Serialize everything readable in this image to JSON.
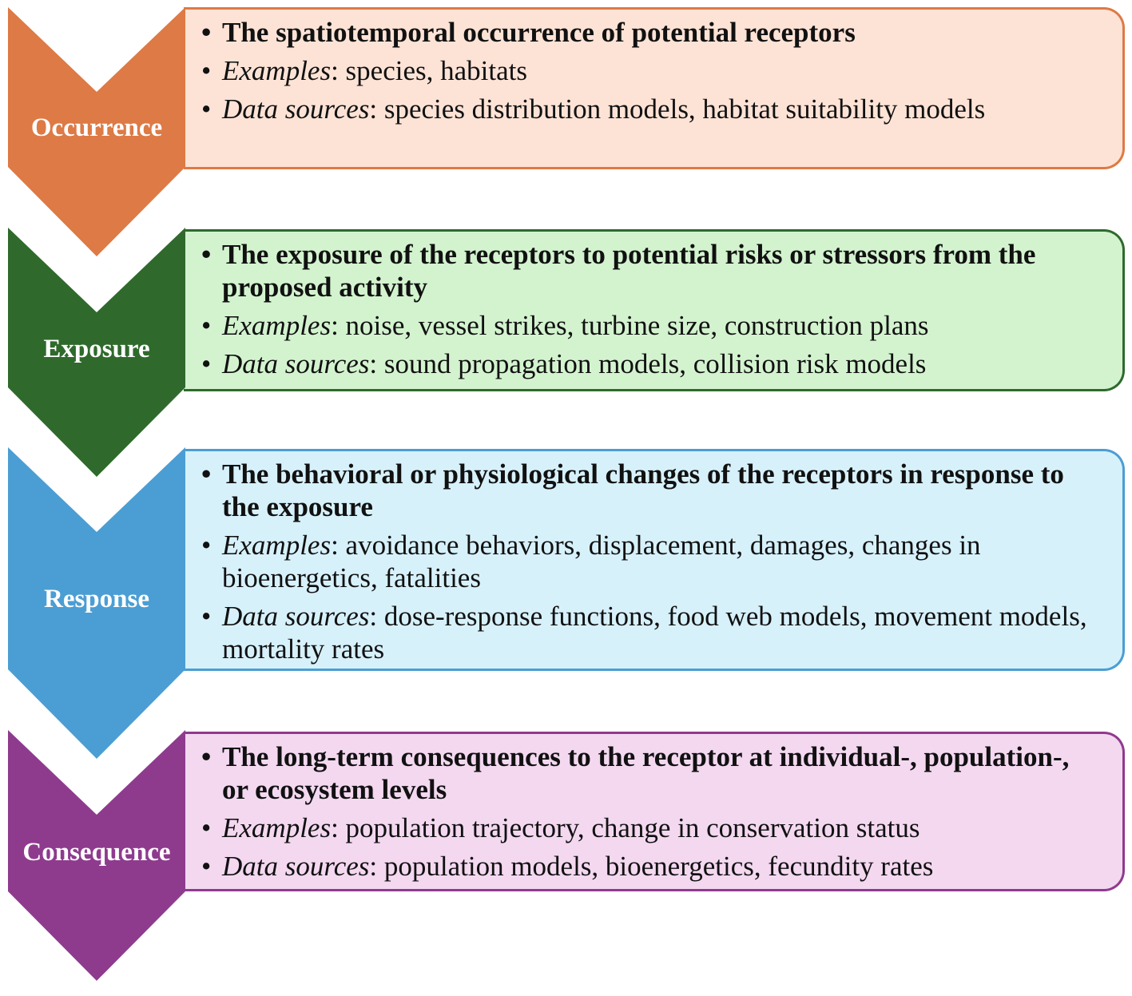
{
  "steps": [
    {
      "label": "Occurrence",
      "color": "#dd7a45",
      "fill": "#fde3d6",
      "border": "#dd7a45",
      "headline": "The spatiotemporal occurrence of potential receptors",
      "examples_label": "Examples",
      "examples": ": species, habitats",
      "sources_label": "Data sources",
      "sources": ": species distribution models, habitat suitability models"
    },
    {
      "label": "Exposure",
      "color": "#2f6a2c",
      "fill": "#d3f3cf",
      "border": "#2f6a2c",
      "headline": "The exposure of the receptors to potential risks or stressors from the proposed activity",
      "examples_label": "Examples",
      "examples": ": noise, vessel strikes, turbine size, construction plans",
      "sources_label": "Data sources",
      "sources": ": sound propagation models, collision risk models"
    },
    {
      "label": "Response",
      "color": "#4b9ed4",
      "fill": "#d7f1fb",
      "border": "#4b9ed4",
      "headline": "The behavioral or physiological changes of the receptors in response to the exposure",
      "examples_label": "Examples",
      "examples": ": avoidance behaviors, displacement, damages, changes in bioenergetics, fatalities",
      "sources_label": "Data sources",
      "sources": ": dose-response functions, food web models, movement models, mortality rates"
    },
    {
      "label": "Consequence",
      "color": "#8e3b8e",
      "fill": "#f3d8f0",
      "border": "#8e3b8e",
      "headline": "The long-term consequences to the receptor at individual-, population-, or ecosystem levels",
      "examples_label": "Examples",
      "examples": ": population trajectory, change in conservation status",
      "sources_label": "Data sources",
      "sources": ": population models, bioenergetics, fecundity rates"
    }
  ]
}
